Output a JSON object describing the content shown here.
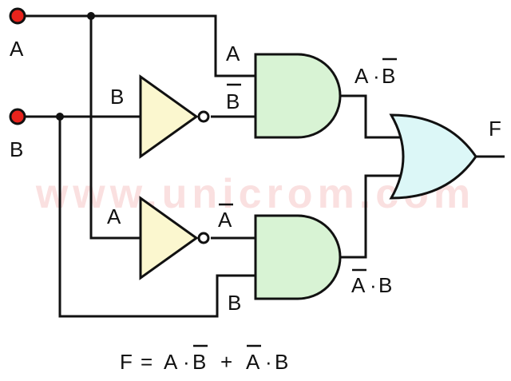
{
  "colors": {
    "wire": "#111111",
    "input_terminal": "#e8231c",
    "not_gate_fill": "#fbf7cf",
    "and_gate_fill": "#d8f3d4",
    "or_gate_fill": "#dcf7f7",
    "watermark": "#f2a8a8"
  },
  "watermark": "www.unicrom.com",
  "inputs": {
    "a": "A",
    "b": "B"
  },
  "gate_labels": {
    "and1_in_a": "A",
    "and1_in_b": "B",
    "not1_in": "B",
    "not2_in": "A",
    "not2_out": "A",
    "and2_in_b": "B"
  },
  "term_and1": {
    "left": "A",
    "dot": "·",
    "right": "B"
  },
  "term_and2": {
    "left": "A",
    "dot": "·",
    "right": "B"
  },
  "output": "F",
  "formula": {
    "lhs": "F",
    "eq": "=",
    "t1_left": "A",
    "dot1": "·",
    "t1_right": "B",
    "plus": "+",
    "t2_left": "A",
    "dot2": "·",
    "t2_right": "B"
  }
}
